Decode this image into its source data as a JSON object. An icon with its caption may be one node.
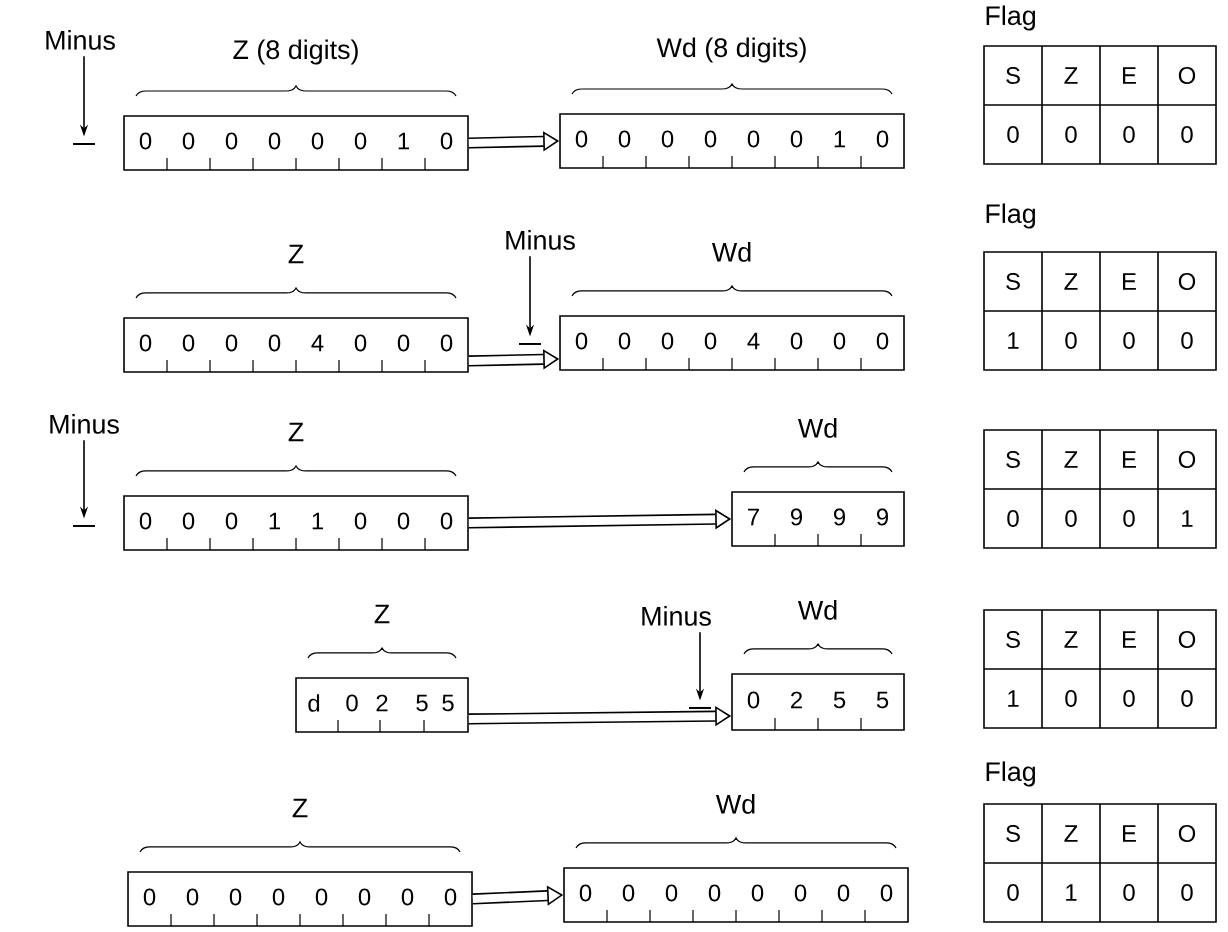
{
  "diagram": {
    "nodes": [
      {
        "text": [
          "Minus"
        ]
      },
      {
        "text": [],
        "shape": "bar"
      },
      {
        "text": [
          "0",
          "0",
          "0",
          "0",
          "0",
          "0",
          "1",
          "0"
        ],
        "beside": [
          "Z (8 digits)"
        ]
      },
      {
        "text": [
          "0",
          "0",
          "0",
          "0",
          "0",
          "0",
          "1",
          "0"
        ],
        "beside": [
          "Wd (8 digits)"
        ]
      },
      {
        "text": [
          "S",
          "Z",
          "E",
          "O",
          "0",
          "0",
          "0",
          "0"
        ],
        "beside": [
          "Flag"
        ]
      },
      {
        "text": [
          "0",
          "0",
          "0",
          "0",
          "4",
          "0",
          "0",
          "0"
        ],
        "beside": [
          "Z"
        ]
      },
      {
        "text": [
          "Minus"
        ]
      },
      {
        "text": [],
        "shape": "bar"
      },
      {
        "text": [
          "0",
          "0",
          "0",
          "0",
          "4",
          "0",
          "0",
          "0"
        ],
        "beside": [
          "Wd"
        ]
      },
      {
        "text": [
          "S",
          "Z",
          "E",
          "O",
          "1",
          "0",
          "0",
          "0"
        ],
        "beside": [
          "Flag"
        ]
      },
      {
        "text": [
          "Minus"
        ]
      },
      {
        "text": [],
        "shape": "bar"
      },
      {
        "text": [
          "0",
          "0",
          "0",
          "1",
          "1",
          "0",
          "0",
          "0"
        ],
        "beside": [
          "Z"
        ]
      },
      {
        "text": [
          "7",
          "9",
          "9",
          "9"
        ],
        "beside": [
          "Wd"
        ]
      },
      {
        "text": [
          "S",
          "Z",
          "E",
          "O",
          "0",
          "0",
          "0",
          "1"
        ]
      },
      {
        "text": [
          "d",
          "0",
          "2",
          "5",
          "5"
        ],
        "beside": [
          "Z"
        ]
      },
      {
        "text": [
          "Minus"
        ]
      },
      {
        "text": [],
        "shape": "bar"
      },
      {
        "text": [
          "0",
          "2",
          "5",
          "5"
        ],
        "beside": [
          "Wd"
        ]
      },
      {
        "text": [
          "S",
          "Z",
          "E",
          "O",
          "1",
          "0",
          "0",
          "0"
        ]
      },
      {
        "text": [
          "0",
          "0",
          "0",
          "0",
          "0",
          "0",
          "0",
          "0"
        ],
        "beside": [
          "Z"
        ]
      },
      {
        "text": [
          "0",
          "0",
          "0",
          "0",
          "0",
          "0",
          "0",
          "0"
        ],
        "beside": [
          "Wd"
        ]
      },
      {
        "text": [
          "S",
          "Z",
          "E",
          "O",
          "0",
          "1",
          "0",
          "0"
        ],
        "beside": [
          "Flag"
        ]
      }
    ],
    "edges": [
      {
        "from": 0,
        "to": 1,
        "arrow": "to"
      },
      {
        "from": 2,
        "to": 3,
        "arrow": "to"
      },
      {
        "from": 6,
        "to": 7,
        "arrow": "to"
      },
      {
        "from": 5,
        "to": 8,
        "arrow": "to"
      },
      {
        "from": 10,
        "to": 11,
        "arrow": "to"
      },
      {
        "from": 12,
        "to": 13,
        "arrow": "to"
      },
      {
        "from": 16,
        "to": 17,
        "arrow": "to"
      },
      {
        "from": 15,
        "to": 18,
        "arrow": "to"
      },
      {
        "from": 20,
        "to": 21,
        "arrow": "to"
      }
    ]
  }
}
